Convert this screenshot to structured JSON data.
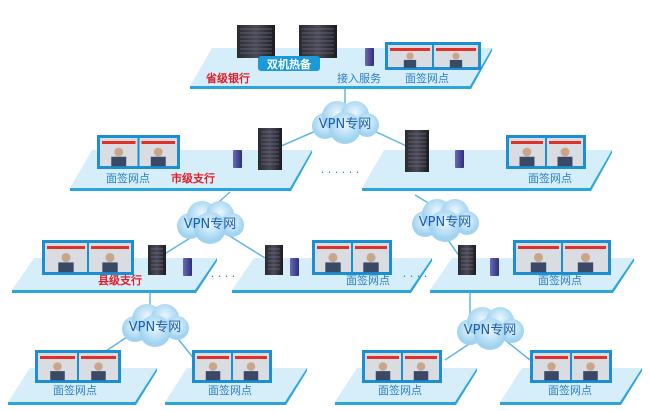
{
  "province": {
    "bank_label": "省级银行",
    "hot_standby_label": "双机热备",
    "access_service_label": "接入服务",
    "site_label": "面签网点"
  },
  "vpn_label": "VPN专网",
  "city": {
    "branch_label": "市级支行",
    "site_label": "面签网点",
    "dots": "· · · · · ·"
  },
  "county": {
    "branch_label": "县级支行",
    "site_label": "面签网点",
    "dots": "· · · ·"
  },
  "outlet": {
    "site_label": "面签网点"
  },
  "colors": {
    "platform": "#d6eefa",
    "platform_edge": "#2aa6dc",
    "label": "#2a7fc0",
    "highlight": "#e0212b",
    "line": "#5fb8e0"
  }
}
